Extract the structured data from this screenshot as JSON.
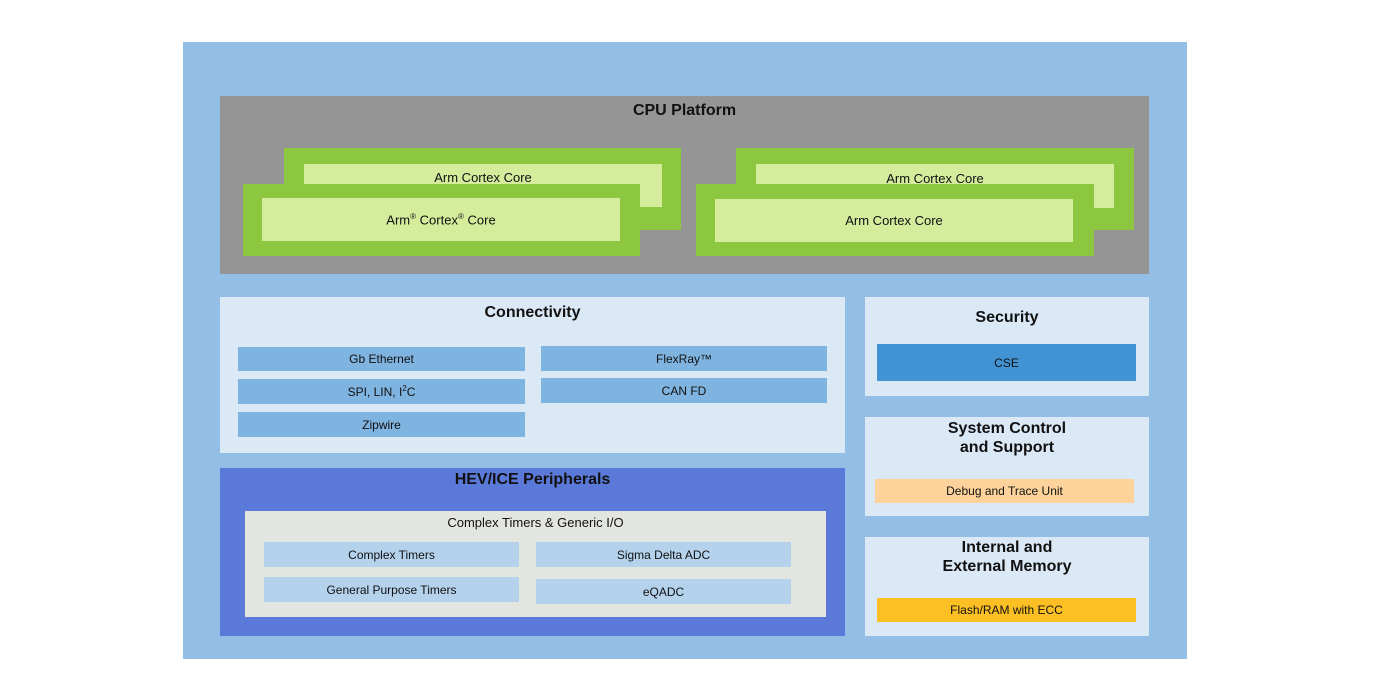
{
  "cpu": {
    "title": "CPU Platform",
    "cores": {
      "left_back": "Arm Cortex Core",
      "left_front_base": "Arm",
      "left_front_mid": "Cortex",
      "left_front_end": "Core",
      "reg_mark": "®",
      "right_back": "Arm Cortex Core",
      "right_front": "Arm Cortex Core"
    }
  },
  "connectivity": {
    "title": "Connectivity",
    "gb_ethernet": "Gb Ethernet",
    "spi_prefix": "SPI, LIN, I",
    "spi_sup": "2",
    "spi_suffix": "C",
    "zipwire": "Zipwire",
    "flexray": "FlexRay™",
    "can_fd": "CAN FD"
  },
  "security": {
    "title": "Security",
    "cse": "CSE"
  },
  "system_control": {
    "title_line1": "System Control",
    "title_line2": "and Support",
    "debug": "Debug and Trace Unit"
  },
  "memory": {
    "title_line1": "Internal and",
    "title_line2": "External Memory",
    "flash": "Flash/RAM with ECC"
  },
  "hev": {
    "title": "HEV/ICE Peripherals",
    "timers_title": "Complex Timers & Generic I/O",
    "complex_timers": "Complex Timers",
    "sigma_delta": "Sigma Delta ADC",
    "gp_timers": "General Purpose Timers",
    "eqadc": "eQADC"
  },
  "colors": {
    "outer": "#93bfe6",
    "cpu_platform": "#959595",
    "core_green": "#8dc63f",
    "core_light": "#d6ec9d",
    "hev_blue": "#5b79d8",
    "cse_blue": "#4193d4",
    "debug_peach": "#fdd39b",
    "flash_yellow": "#fcc024"
  }
}
